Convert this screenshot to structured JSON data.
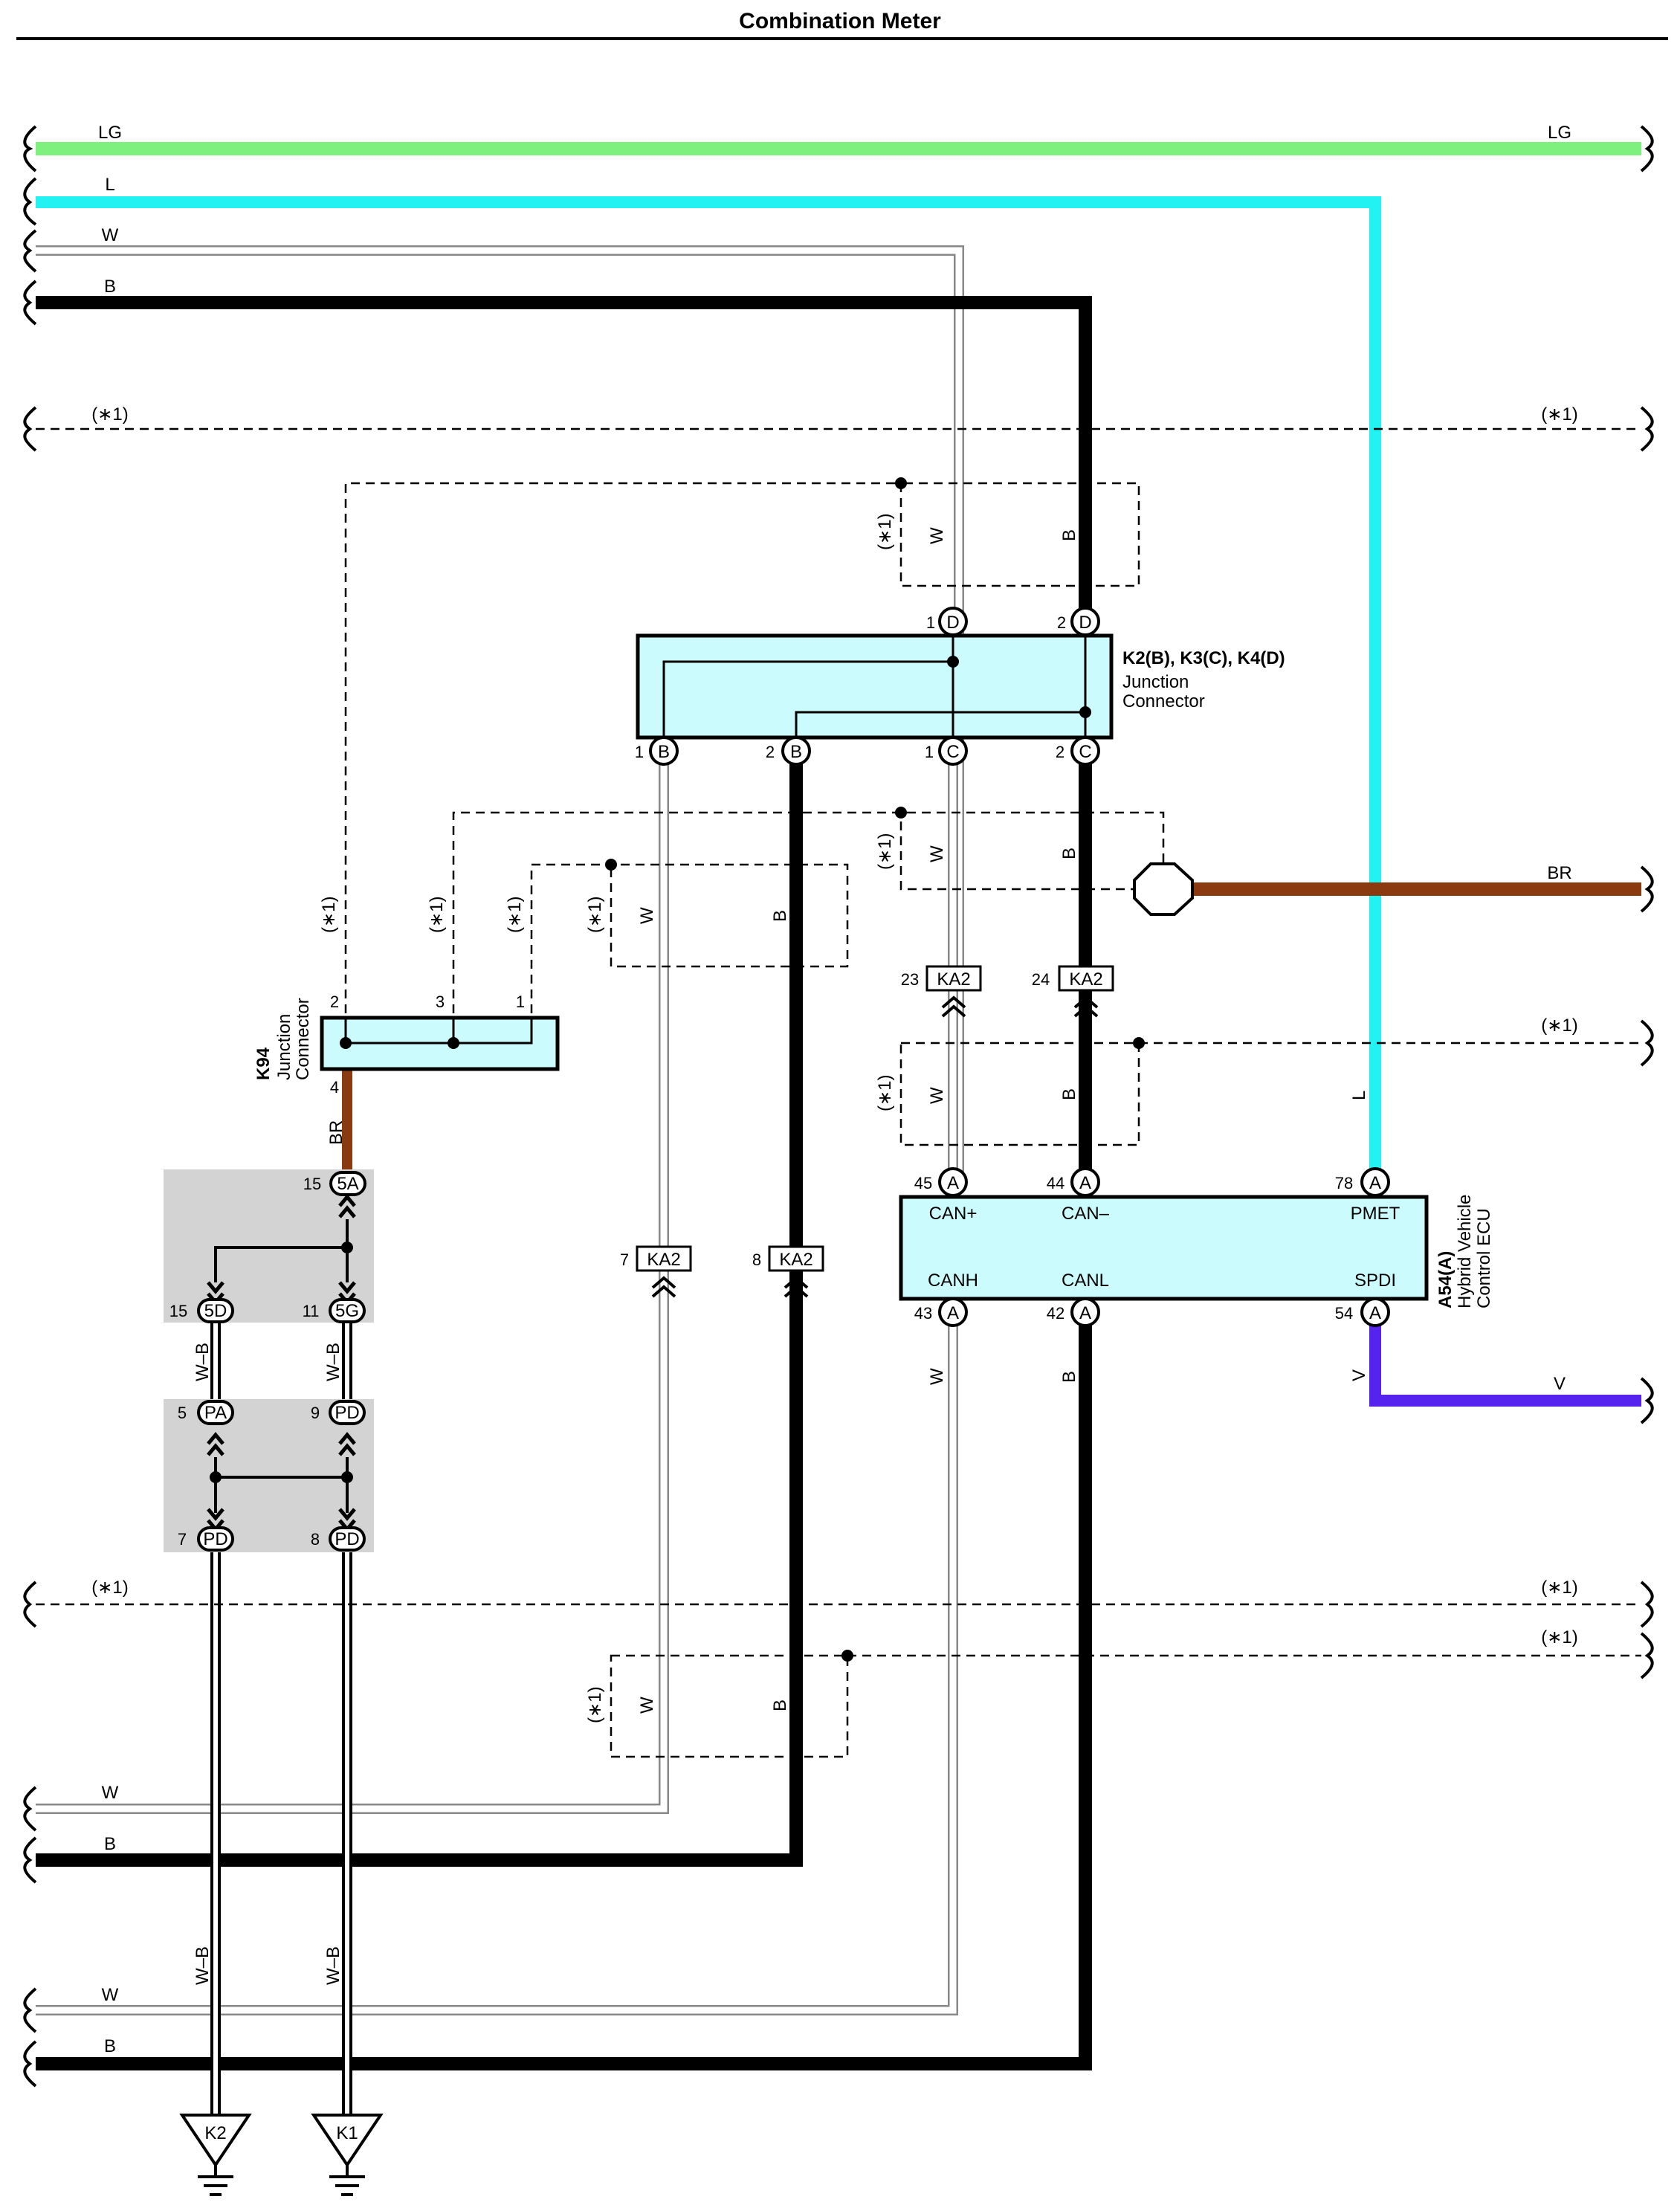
{
  "title": "Combination Meter",
  "wires": {
    "lg": "LG",
    "l": "L",
    "w": "W",
    "b": "B",
    "br": "BR",
    "v": "V",
    "wb": "W–B"
  },
  "options": {
    "star1": "(∗1)"
  },
  "junction_k2": {
    "name": "K2(B), K3(C), K4(D)",
    "line1": "Junction",
    "line2": "Connector",
    "pins": {
      "d1": "1",
      "d2": "2",
      "b1": "1",
      "b2": "2",
      "c1": "1",
      "c2": "2",
      "D": "D",
      "B": "B",
      "C": "C"
    }
  },
  "junction_k94": {
    "name": "K94",
    "line1": "Junction",
    "line2": "Connector",
    "pins": {
      "p2": "2",
      "p3": "3",
      "p1": "1",
      "p4": "4"
    }
  },
  "ecu": {
    "name": "A54(A)",
    "line1": "Hybrid Vehicle",
    "line2": "Control ECU",
    "terminals": {
      "can_plus": "CAN+",
      "can_minus": "CAN–",
      "pmet": "PMET",
      "canh": "CANH",
      "canl": "CANL",
      "spdi": "SPDI"
    },
    "pins": {
      "p45": "45",
      "p44": "44",
      "p78": "78",
      "p43": "43",
      "p42": "42",
      "p54": "54",
      "A": "A"
    }
  },
  "ka2": {
    "label": "KA2",
    "pins": {
      "p23": "23",
      "p24": "24",
      "p7": "7",
      "p8": "8"
    }
  },
  "splices": {
    "s5A": "5A",
    "s5D": "5D",
    "s5G": "5G",
    "sPA": "PA",
    "sPD": "PD",
    "n15a": "15",
    "n15b": "15",
    "n11": "11",
    "n5": "5",
    "n9": "9",
    "n7": "7",
    "n8": "8"
  },
  "grounds": {
    "k2": "K2",
    "k1": "K1"
  },
  "colors": {
    "lg": "#7ef07e",
    "l": "#22f2f2",
    "b": "#000000",
    "w": "#aaaaaa",
    "br": "#8b3a0f",
    "v": "#5522ee",
    "box": "#ccfbfd",
    "gray": "#d3d3d3"
  }
}
